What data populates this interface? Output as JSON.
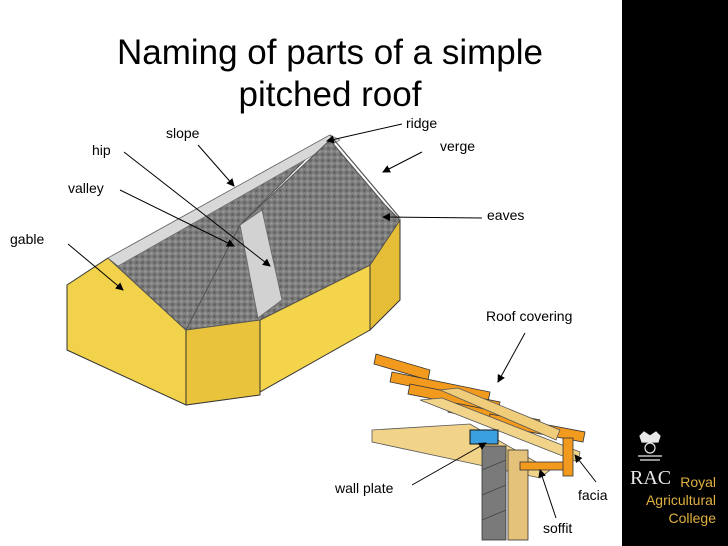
{
  "title": {
    "line1": "Naming of parts of a simple",
    "line2": "pitched roof"
  },
  "labels": {
    "slope": "slope",
    "ridge": "ridge",
    "hip": "hip",
    "verge": "verge",
    "valley": "valley",
    "eaves": "eaves",
    "gable": "gable",
    "roof_covering": "Roof covering",
    "wall_plate": "wall plate",
    "facia": "facia",
    "soffit": "soffit"
  },
  "logo": {
    "line1": "Royal",
    "line2": "Agricultural",
    "line3": "College",
    "monogram": "RAC"
  },
  "colors": {
    "wall": "#f1d24a",
    "wall_shade": "#e8c23c",
    "roof": "#8a8a8a",
    "timber": "#f1d48a",
    "fascia": "#f29a1e",
    "wall_plate": "#3ba0e0",
    "sidebar": "#000000",
    "logo_text": "#e0b040"
  }
}
